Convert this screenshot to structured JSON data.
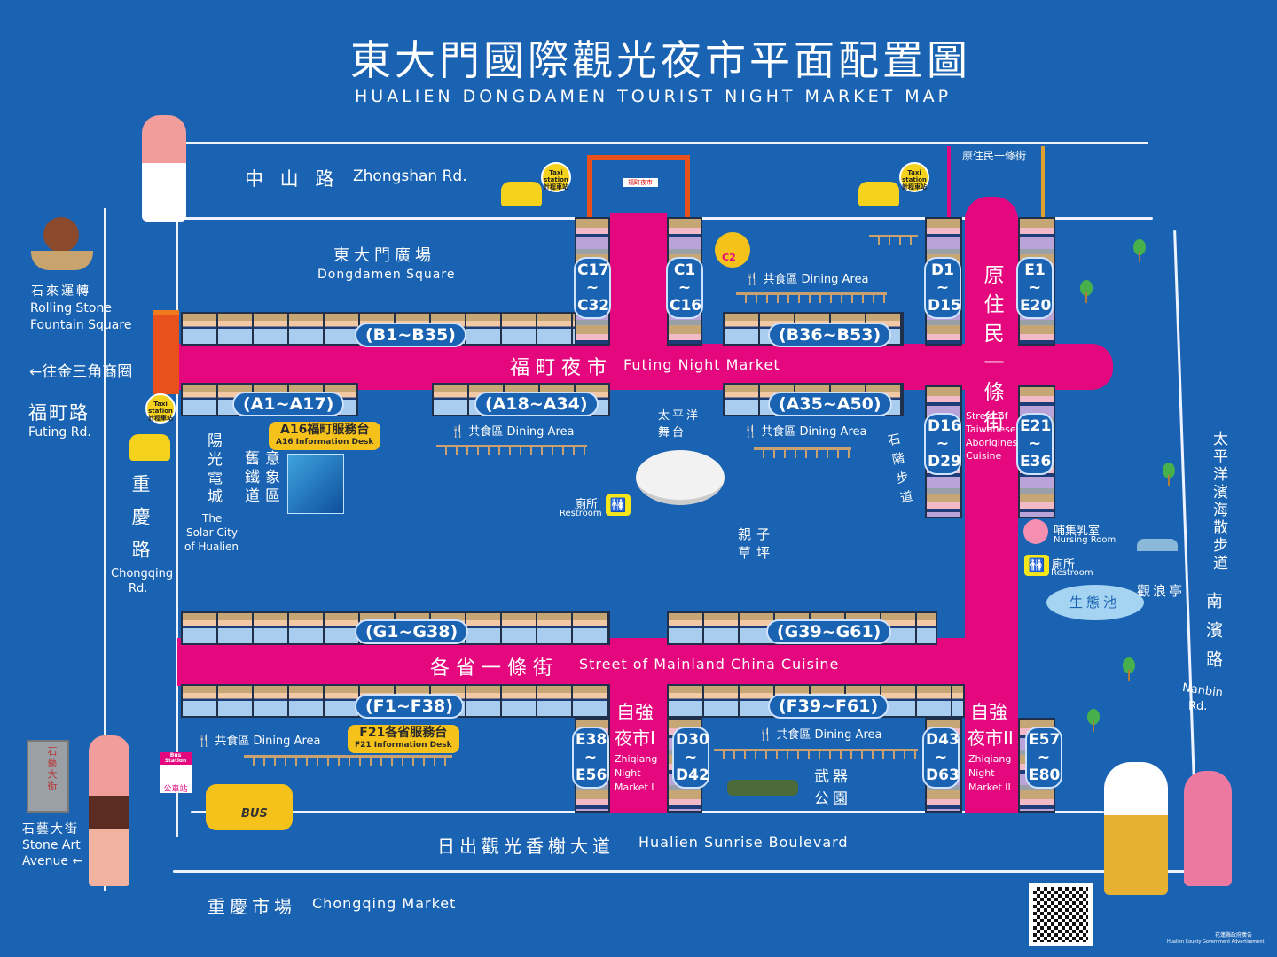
{
  "header": {
    "title_zh": "東大門國際觀光夜市平面配置圖",
    "title_en": "HUALIEN DONGDAMEN TOURIST NIGHT MARKET MAP"
  },
  "roads": {
    "zhongshan_zh": "中 山 路",
    "zhongshan_en": "Zhongshan Rd.",
    "futing_zh": "福町路",
    "futing_en": "Futing Rd.",
    "chongqing_zh": "重慶路",
    "chongqing_en1": "Chongqing",
    "chongqing_en2": "Rd.",
    "nanbin_zh": "南濱路",
    "nanbin_en1": "Nanbin",
    "nanbin_en2": "Rd.",
    "sunrise_zh": "日出觀光香榭大道",
    "sunrise_en": "Hualien Sunrise Boulevard",
    "golden_triangle": "←往金三角商圈",
    "coastal_walk": "太平洋濱海散步道"
  },
  "places": {
    "square_zh": "東大門廣場",
    "square_en": "Dongdamen Square",
    "rolling_zh": "石來運轉",
    "rolling_en1": "Rolling Stone",
    "rolling_en2": "Fountain Square",
    "solar_zh": "陽光電城",
    "railway_zh1": "舊鐵道",
    "railway_zh2": "意象區",
    "solar_en1": "The",
    "solar_en2": "Solar City",
    "solar_en3": "of Hualien",
    "stage_zh": "太平洋舞台",
    "stone_steps": "石階步道",
    "lawn_zh": "親子草坪",
    "nursing_zh": "哺集乳室",
    "nursing_en": "Nursing Room",
    "pavilion": "觀浪亭",
    "pond": "生態池",
    "weapons_park": "武器公園",
    "stone_art_zh": "石藝大街",
    "stone_art_en1": "Stone Art",
    "stone_art_en2": "Avenue ←",
    "chongqing_market_zh": "重慶市場",
    "chongqing_market_en": "Chongqing Market",
    "stone_art_sign": "石藝大街",
    "arch_sign": "福町夜市",
    "c2_badge": "C2",
    "aboriginal_sign": "原住民一條街"
  },
  "streets": {
    "futing_zh": "福 町 夜 市",
    "futing_en": "Futing Night Market",
    "aboriginal_zh": "原住民一條街",
    "aboriginal_en1": "Street of",
    "aboriginal_en2": "Taiwanese",
    "aboriginal_en3": "Aborigines",
    "aboriginal_en4": "Cuisine",
    "mainland_zh": "各 省 一 條 街",
    "mainland_en": "Street of Mainland China Cuisine",
    "zq1_zh1": "自強",
    "zq1_zh2": "夜市I",
    "zq1_en1": "Zhiqiang",
    "zq1_en2": "Night",
    "zq1_en3": "Market I",
    "zq2_zh1": "自強",
    "zq2_zh2": "夜市II",
    "zq2_en1": "Zhiqiang",
    "zq2_en2": "Night",
    "zq2_en3": "Market II"
  },
  "stalls": {
    "b1": "(B1~B35)",
    "b36": "(B36~B53)",
    "a1": "(A1~A17)",
    "a18": "(A18~A34)",
    "a35": "(A35~A50)",
    "c17": "C17\n~\nC32",
    "c1": "C1\n~\nC16",
    "d1": "D1\n~\nD15",
    "e1": "E1\n~\nE20",
    "d16": "D16\n~\nD29",
    "e21": "E21\n~\nE36",
    "g1": "(G1~G38)",
    "g39": "(G39~G61)",
    "f1": "(F1~F38)",
    "f39": "(F39~F61)",
    "e38": "E38\n~\nE56",
    "d30": "D30\n~\nD42",
    "d43": "D43\n~\nD63",
    "e57": "E57\n~\nE80"
  },
  "facilities": {
    "dining": "共食區 Dining Area",
    "a16_zh": "A16福町服務台",
    "a16_en": "A16 Information Desk",
    "f21_zh": "F21各省服務台",
    "f21_en": "F21 Information Desk",
    "restroom_zh": "廁所",
    "restroom_en": "Restroom",
    "taxi": "Taxi station 計程車站",
    "bus_en": "Bus Station",
    "bus_zh": "公車站",
    "bus_text": "BUS"
  },
  "footer": {
    "gov_zh": "花蓮縣政府廣告",
    "gov_en": "Hualien County Government Advertisement"
  },
  "colors": {
    "background": "#1a63b2",
    "street": "#e4077d",
    "desk": "#f5c21b"
  }
}
